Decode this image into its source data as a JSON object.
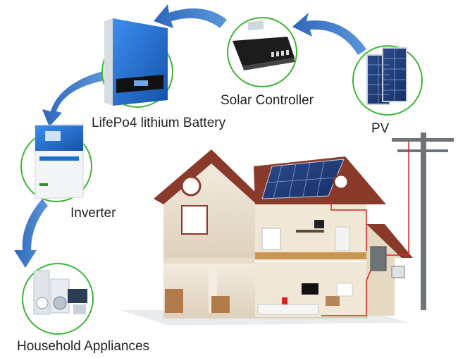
{
  "labels": {
    "pv": "PV",
    "solar_controller": "Solar Controller",
    "battery": "LifePo4 lithium Battery",
    "inverter": "Inverter",
    "appliances": "Household Appliances"
  },
  "colors": {
    "ring": "#3db535",
    "arrow": "#3f7ccb",
    "device_blue": "#1f6fd1",
    "roof": "#8a3a2a",
    "wall": "#efe4d2",
    "wire": "#d92323"
  }
}
